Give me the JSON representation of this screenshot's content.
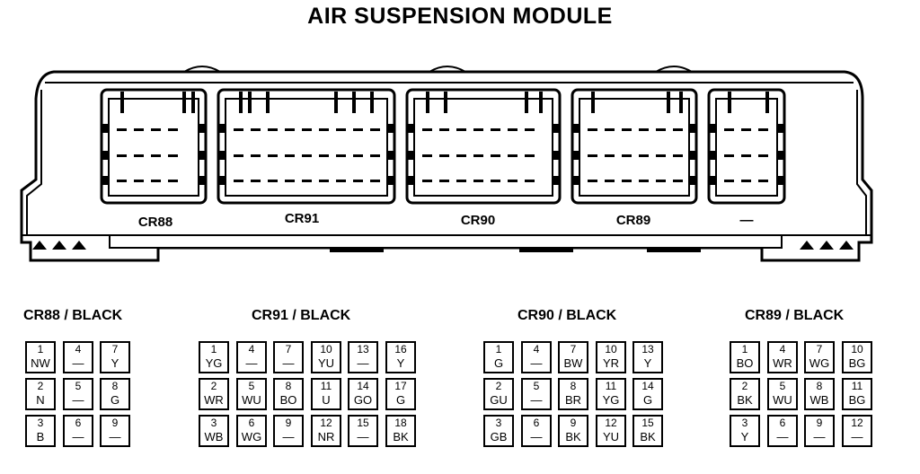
{
  "title": "AIR SUSPENSION MODULE",
  "module": {
    "connector_labels": [
      "CR88",
      "CR91",
      "CR90",
      "CR89",
      "—"
    ]
  },
  "connectors": [
    {
      "name": "CR88 / BLACK",
      "columns": [
        [
          {
            "pin": "1",
            "wire": "NW"
          },
          {
            "pin": "2",
            "wire": "N"
          },
          {
            "pin": "3",
            "wire": "B"
          }
        ],
        [
          {
            "pin": "4",
            "wire": "—"
          },
          {
            "pin": "5",
            "wire": "—"
          },
          {
            "pin": "6",
            "wire": "—"
          }
        ],
        [
          {
            "pin": "7",
            "wire": "Y"
          },
          {
            "pin": "8",
            "wire": "G"
          },
          {
            "pin": "9",
            "wire": "—"
          }
        ]
      ]
    },
    {
      "name": "CR91 / BLACK",
      "columns": [
        [
          {
            "pin": "1",
            "wire": "YG"
          },
          {
            "pin": "2",
            "wire": "WR"
          },
          {
            "pin": "3",
            "wire": "WB"
          }
        ],
        [
          {
            "pin": "4",
            "wire": "—"
          },
          {
            "pin": "5",
            "wire": "WU"
          },
          {
            "pin": "6",
            "wire": "WG"
          }
        ],
        [
          {
            "pin": "7",
            "wire": "—"
          },
          {
            "pin": "8",
            "wire": "BO"
          },
          {
            "pin": "9",
            "wire": "—"
          }
        ],
        [
          {
            "pin": "10",
            "wire": "YU"
          },
          {
            "pin": "11",
            "wire": "U"
          },
          {
            "pin": "12",
            "wire": "NR"
          }
        ],
        [
          {
            "pin": "13",
            "wire": "—"
          },
          {
            "pin": "14",
            "wire": "GO"
          },
          {
            "pin": "15",
            "wire": "—"
          }
        ],
        [
          {
            "pin": "16",
            "wire": "Y"
          },
          {
            "pin": "17",
            "wire": "G"
          },
          {
            "pin": "18",
            "wire": "BK"
          }
        ]
      ]
    },
    {
      "name": "CR90 / BLACK",
      "columns": [
        [
          {
            "pin": "1",
            "wire": "G"
          },
          {
            "pin": "2",
            "wire": "GU"
          },
          {
            "pin": "3",
            "wire": "GB"
          }
        ],
        [
          {
            "pin": "4",
            "wire": "—"
          },
          {
            "pin": "5",
            "wire": "—"
          },
          {
            "pin": "6",
            "wire": "—"
          }
        ],
        [
          {
            "pin": "7",
            "wire": "BW"
          },
          {
            "pin": "8",
            "wire": "BR"
          },
          {
            "pin": "9",
            "wire": "BK"
          }
        ],
        [
          {
            "pin": "10",
            "wire": "YR"
          },
          {
            "pin": "11",
            "wire": "YG"
          },
          {
            "pin": "12",
            "wire": "YU"
          }
        ],
        [
          {
            "pin": "13",
            "wire": "Y"
          },
          {
            "pin": "14",
            "wire": "G"
          },
          {
            "pin": "15",
            "wire": "BK"
          }
        ]
      ]
    },
    {
      "name": "CR89 / BLACK",
      "columns": [
        [
          {
            "pin": "1",
            "wire": "BO"
          },
          {
            "pin": "2",
            "wire": "BK"
          },
          {
            "pin": "3",
            "wire": "Y"
          }
        ],
        [
          {
            "pin": "4",
            "wire": "WR"
          },
          {
            "pin": "5",
            "wire": "WU"
          },
          {
            "pin": "6",
            "wire": "—"
          }
        ],
        [
          {
            "pin": "7",
            "wire": "WG"
          },
          {
            "pin": "8",
            "wire": "WB"
          },
          {
            "pin": "9",
            "wire": "—"
          }
        ],
        [
          {
            "pin": "10",
            "wire": "BG"
          },
          {
            "pin": "11",
            "wire": "BG"
          },
          {
            "pin": "12",
            "wire": "—"
          }
        ]
      ]
    }
  ]
}
